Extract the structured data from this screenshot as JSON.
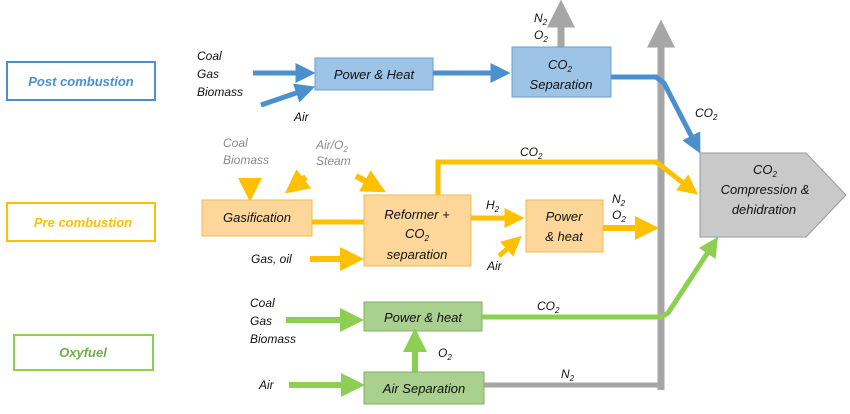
{
  "colors": {
    "blue": "#4a90cf",
    "blue_box": "#9dc3e6",
    "orange": "#ffc000",
    "orange_box": "#fdd79a",
    "green": "#8ccf52",
    "green_box": "#a9d08e",
    "grey": "#a6a6a6",
    "grey_box": "#c9c9c9"
  },
  "categories": {
    "post": "Post combustion",
    "pre": "Pre combustion",
    "oxy": "Oxyfuel"
  },
  "post": {
    "inputs": [
      "Coal",
      "Gas",
      "Biomass"
    ],
    "air": "Air",
    "power_heat": "Power & Heat",
    "co2_sep_top": "CO",
    "co2_sep_bottom": "Separation",
    "n2": "N",
    "o2": "O",
    "co2_out": "CO"
  },
  "pre": {
    "inputs": [
      "Coal",
      "Biomass"
    ],
    "air_o2": "Air/O",
    "steam": "Steam",
    "gasification": "Gasification",
    "reformer_1": "Reformer +",
    "reformer_2": "CO",
    "reformer_3": "separation",
    "co2_top": "CO",
    "h2": "H",
    "power_heat_1": "Power",
    "power_heat_2": "& heat",
    "air": "Air",
    "n2": "N",
    "o2": "O",
    "gas_oil": "Gas, oil"
  },
  "oxy": {
    "inputs": [
      "Coal",
      "Gas",
      "Biomass"
    ],
    "power_heat": "Power & heat",
    "co2": "CO",
    "o2": "O",
    "air": "Air",
    "air_sep": "Air Separation",
    "n2": "N"
  },
  "compression": {
    "line1": "CO",
    "line2": "Compression &",
    "line3": "dehidration"
  },
  "subscript": "2"
}
